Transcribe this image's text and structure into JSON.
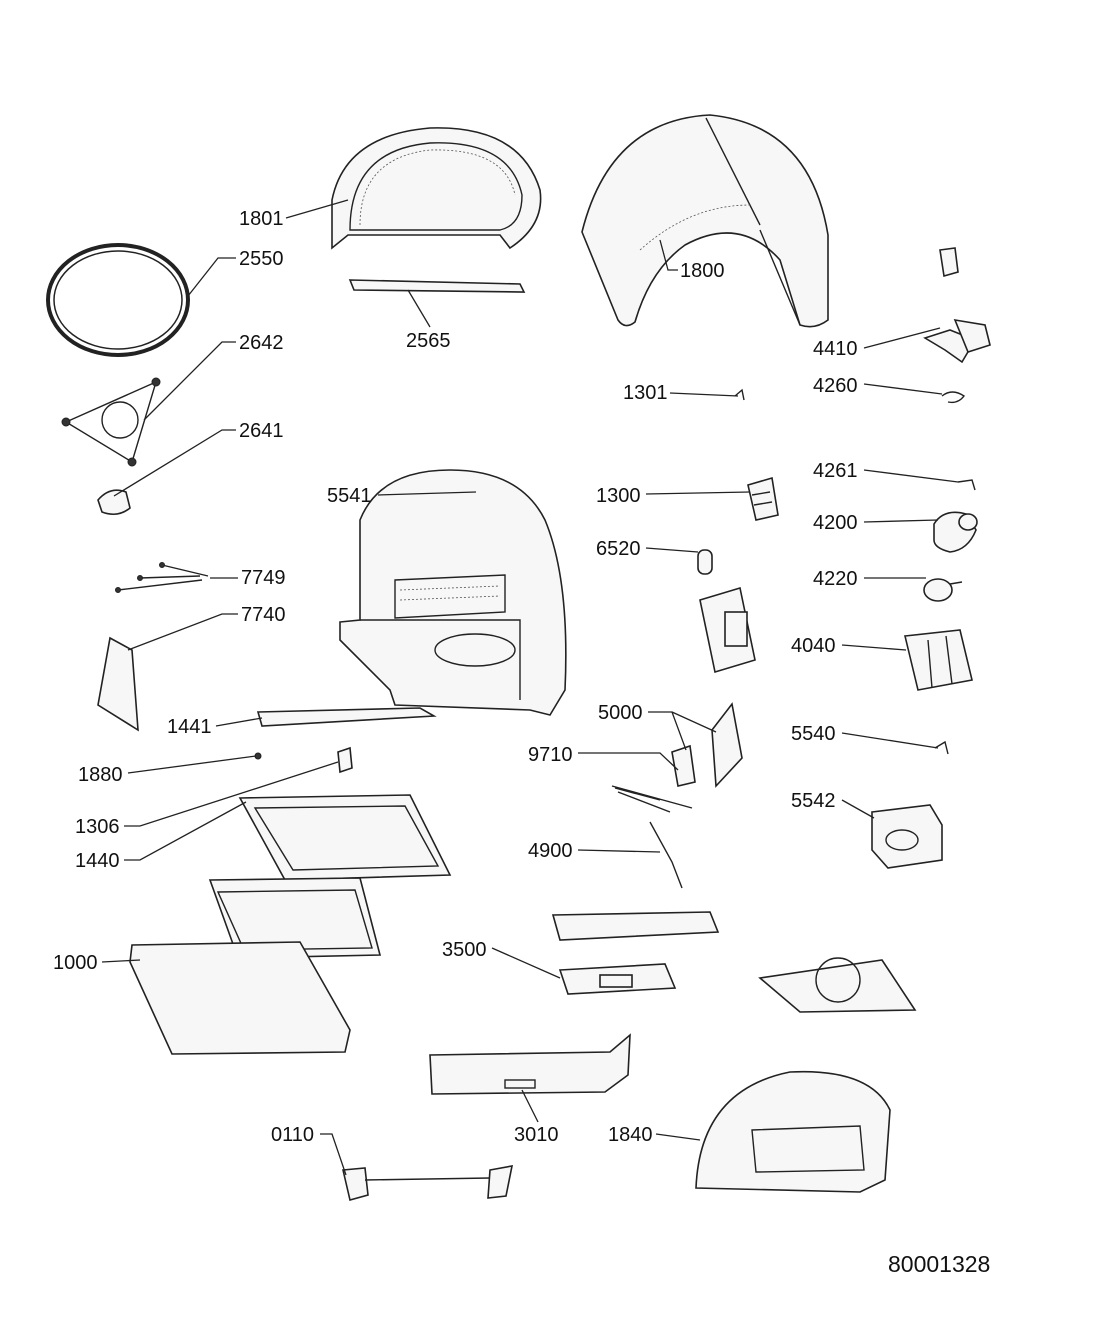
{
  "doc_number": "80001328",
  "labels": {
    "p1801": "1801",
    "p2550": "2550",
    "p2565": "2565",
    "p1800": "1800",
    "p2642": "2642",
    "p4410": "4410",
    "p1301": "1301",
    "p4260": "4260",
    "p2641": "2641",
    "p4261": "4261",
    "p5541": "5541",
    "p1300": "1300",
    "p4200": "4200",
    "p6520": "6520",
    "p7749": "7749",
    "p4220": "4220",
    "p7740": "7740",
    "p4040": "4040",
    "p5000": "5000",
    "p1441": "1441",
    "p5540": "5540",
    "p9710": "9710",
    "p1880": "1880",
    "p5542": "5542",
    "p1306": "1306",
    "p1440": "1440",
    "p4900": "4900",
    "p3500": "3500",
    "p1000": "1000",
    "p0110": "0110",
    "p3010": "3010",
    "p1840": "1840"
  }
}
